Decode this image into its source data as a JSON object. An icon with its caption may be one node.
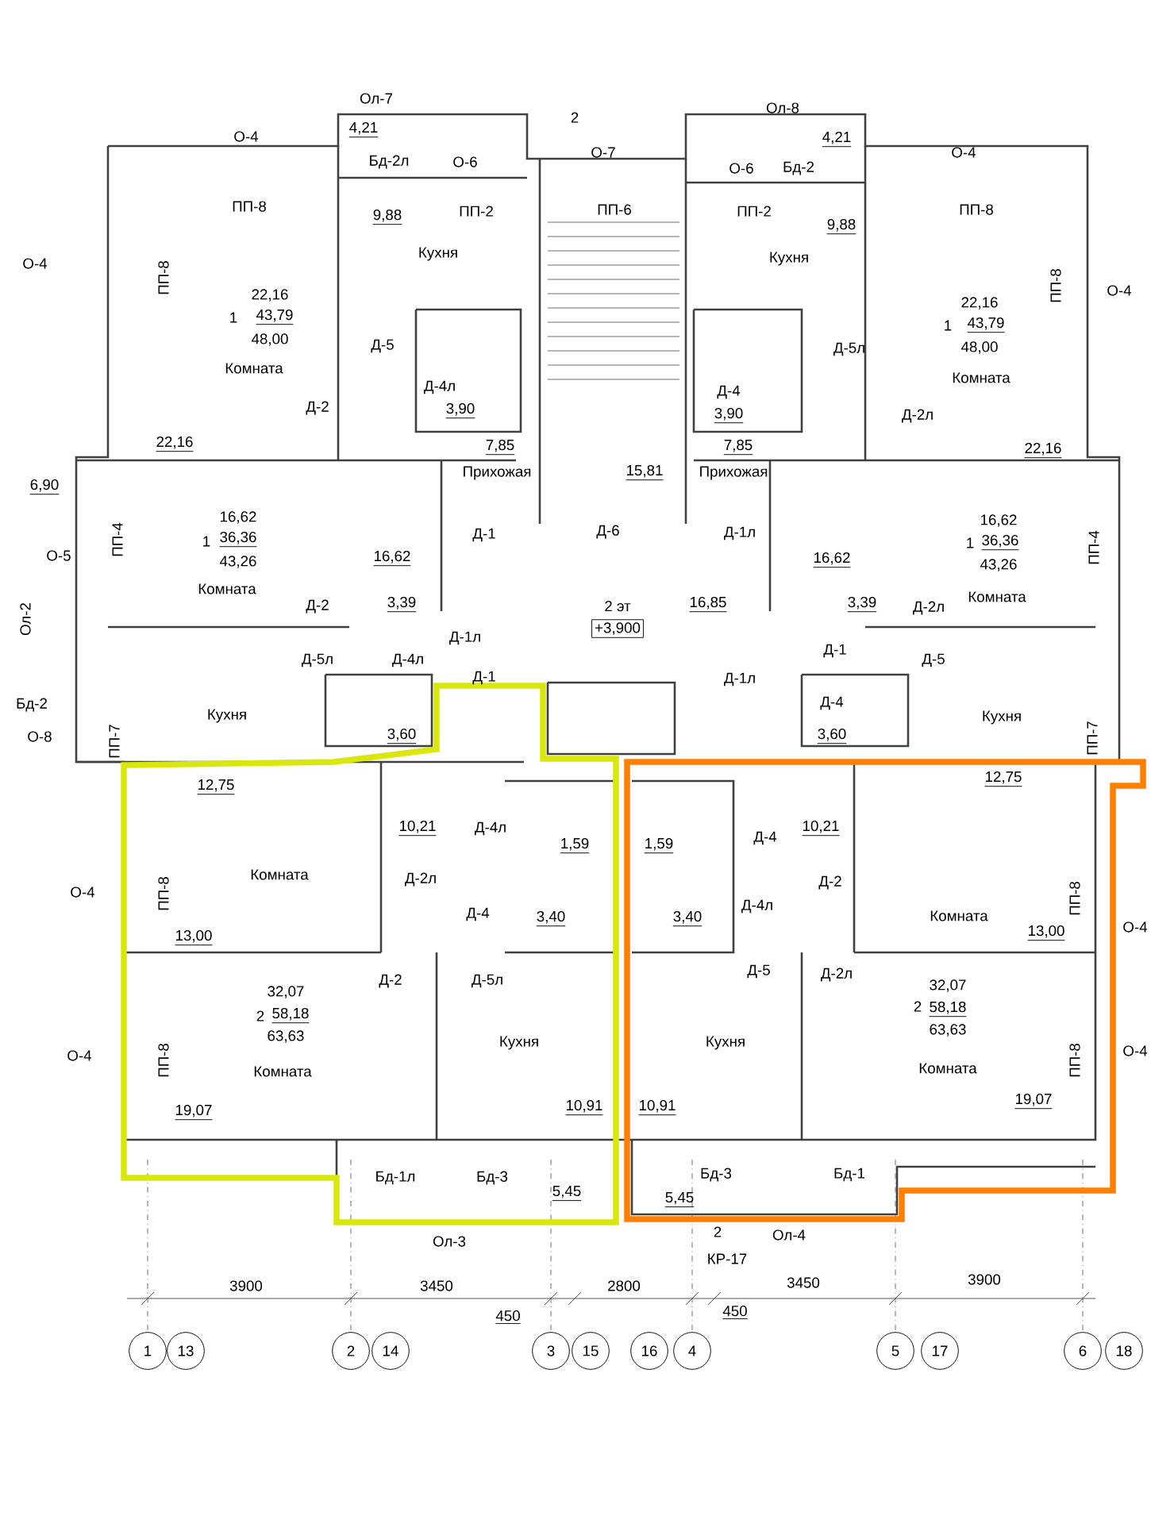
{
  "diagram": {
    "nodes": [
      {
        "text": [
          "+3,900"
        ],
        "beside": [
          "2 эт"
        ]
      },
      {
        "text": [
          "1"
        ]
      },
      {
        "text": [
          "13"
        ]
      },
      {
        "text": [
          "2"
        ]
      },
      {
        "text": [
          "14"
        ]
      },
      {
        "text": [
          "3"
        ]
      },
      {
        "text": [
          "15"
        ]
      },
      {
        "text": [
          "16"
        ]
      },
      {
        "text": [
          "4"
        ]
      },
      {
        "text": [
          "5"
        ]
      },
      {
        "text": [
          "17"
        ]
      },
      {
        "text": [
          "6"
        ]
      },
      {
        "text": [
          "18"
        ]
      }
    ],
    "labels": [
      "Ол-7",
      "2",
      "Ол-8",
      "О-4",
      "4,21",
      "4,21",
      "Бд-2л",
      "О-6",
      "О-7",
      "О-6",
      "Бд-2",
      "О-4",
      "ПП-8",
      "9,88",
      "ПП-2",
      "ПП-6",
      "ПП-2",
      "9,88",
      "ПП-8",
      "О-4",
      "ПП-8",
      "22,16",
      "Кухня",
      "Кухня",
      "ПП-8",
      "О-4",
      "1",
      "43,79",
      "48,00",
      "Комната",
      "Д-5",
      "Д-5л",
      "22,16",
      "1",
      "43,79",
      "48,00",
      "Комната",
      "Д-4л",
      "Д-4",
      "Д-2",
      "3,90",
      "3,90",
      "Д-2л",
      "22,16",
      "7,85",
      "7,85",
      "22,16",
      "Прихожая",
      "15,81",
      "Прихожая",
      "6,90",
      "16,62",
      "Д-1",
      "Д-6",
      "Д-1л",
      "16,62",
      "1",
      "36,36",
      "1",
      "36,36",
      "О-5",
      "ПП-4",
      "ПП-4",
      "43,26",
      "16,62",
      "16,62",
      "43,26",
      "Комната",
      "Комната",
      "Д-2",
      "3,39",
      "16,85",
      "3,39",
      "Д-2л",
      "Ол-2",
      "Д-1л",
      "Д-1",
      "Д-5л",
      "Д-4л",
      "Д-5",
      "Д-1",
      "Д-1л",
      "Бд-2",
      "Кухня",
      "Д-4",
      "Кухня",
      "О-8",
      "ПП-7",
      "3,60",
      "3,60",
      "ПП-7",
      "12,75",
      "12,75",
      "10,21",
      "Д-4л",
      "1,59",
      "1,59",
      "Д-4",
      "10,21",
      "Комната",
      "Д-2л",
      "Д-2",
      "ПП-8",
      "О-4",
      "Д-4л",
      "Д-4",
      "3,40",
      "3,40",
      "Комната",
      "13,00",
      "ПП-8",
      "О-4",
      "13,00",
      "Д-5",
      "Д-2л",
      "Д-2",
      "Д-5л",
      "32,07",
      "32,07",
      "2",
      "58,18",
      "2",
      "58,18",
      "63,63",
      "63,63",
      "Кухня",
      "Кухня",
      "О-4",
      "О-4",
      "ПП-8",
      "ПП-8",
      "Комната",
      "Комната",
      "19,07",
      "10,91",
      "10,91",
      "19,07",
      "Бд-1л",
      "Бд-3",
      "Бд-3",
      "Бд-1",
      "5,45",
      "5,45",
      "Ол-3",
      "2",
      "Ол-4",
      "КР-17",
      "3900",
      "3450",
      "2800",
      "3450",
      "3900",
      "450",
      "450"
    ]
  }
}
